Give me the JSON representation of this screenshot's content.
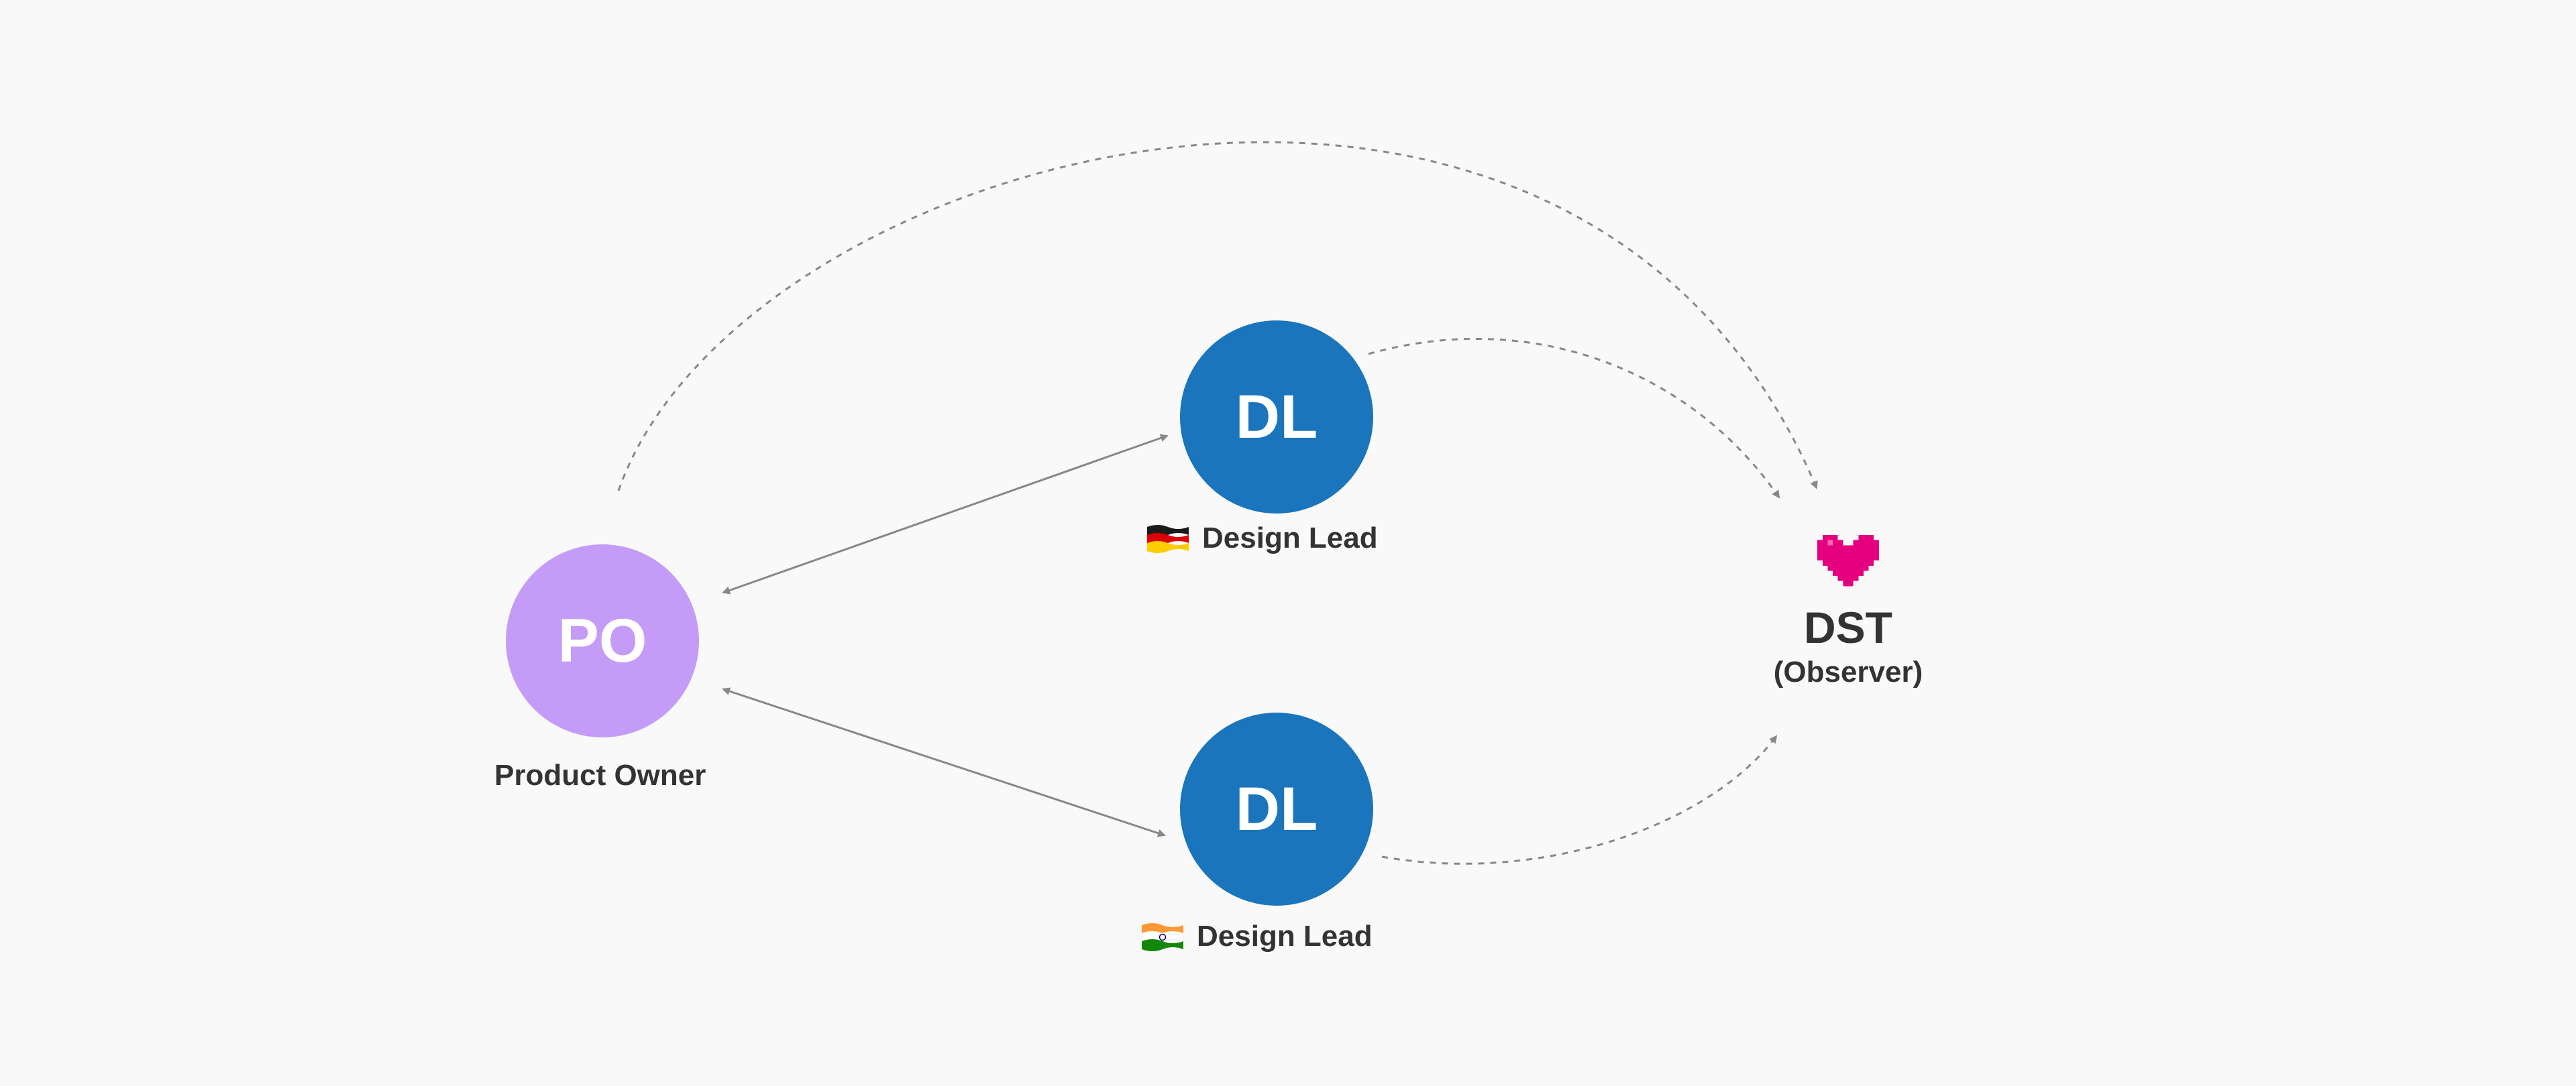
{
  "colors": {
    "background": "#f9f9f9",
    "product_owner": "#c49cf8",
    "design_lead": "#1b75bc",
    "connector": "#888888",
    "heart": "#e4007f",
    "text": "#333333"
  },
  "nodes": {
    "product_owner": {
      "initials": "PO",
      "label": "Product Owner"
    },
    "design_lead_de": {
      "initials": "DL",
      "label": "Design Lead",
      "flag_icon": "germany-flag-icon"
    },
    "design_lead_in": {
      "initials": "DL",
      "label": "Design Lead",
      "flag_icon": "india-flag-icon"
    },
    "dst": {
      "title": "DST",
      "subtitle": "(Observer)",
      "icon": "pixel-heart-icon"
    }
  },
  "connections": [
    {
      "from": "product_owner",
      "to": "design_lead_de",
      "style": "solid",
      "direction": "both"
    },
    {
      "from": "product_owner",
      "to": "design_lead_in",
      "style": "solid",
      "direction": "both"
    },
    {
      "from": "product_owner",
      "to": "dst",
      "style": "dashed",
      "direction": "to"
    },
    {
      "from": "design_lead_de",
      "to": "dst",
      "style": "dashed",
      "direction": "to"
    },
    {
      "from": "design_lead_in",
      "to": "dst",
      "style": "dashed",
      "direction": "to"
    }
  ]
}
